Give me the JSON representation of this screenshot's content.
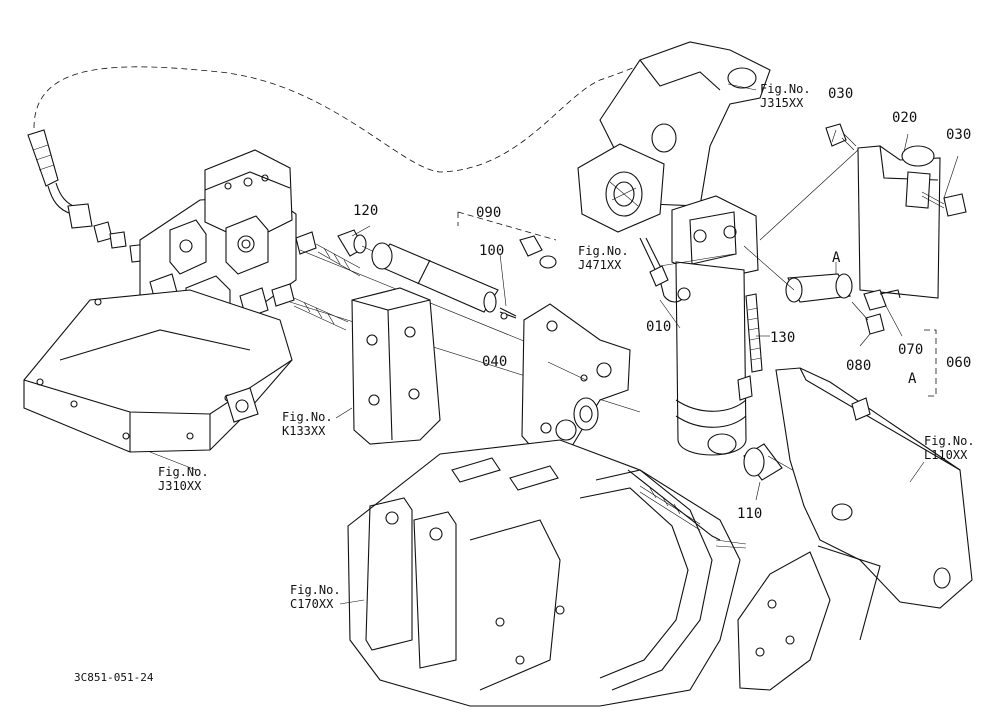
{
  "parts": {
    "p010": "010",
    "p020": "020",
    "p030a": "030",
    "p030b": "030",
    "p040": "040",
    "p060": "060",
    "p070": "070",
    "p080": "080",
    "p090": "090",
    "p100": "100",
    "p110": "110",
    "p120": "120",
    "p130": "130",
    "markA1": "A",
    "markA2": "A"
  },
  "refs": {
    "j315": {
      "line1": "Fig.No.",
      "line2": "J315XX"
    },
    "j471": {
      "line1": "Fig.No.",
      "line2": "J471XX"
    },
    "k133": {
      "line1": "Fig.No.",
      "line2": "K133XX"
    },
    "j310": {
      "line1": "Fig.No.",
      "line2": "J310XX"
    },
    "l110": {
      "line1": "Fig.No.",
      "line2": "L110XX"
    },
    "c170": {
      "line1": "Fig.No.",
      "line2": "C170XX"
    }
  },
  "drawing_code": "3C851-051-24"
}
